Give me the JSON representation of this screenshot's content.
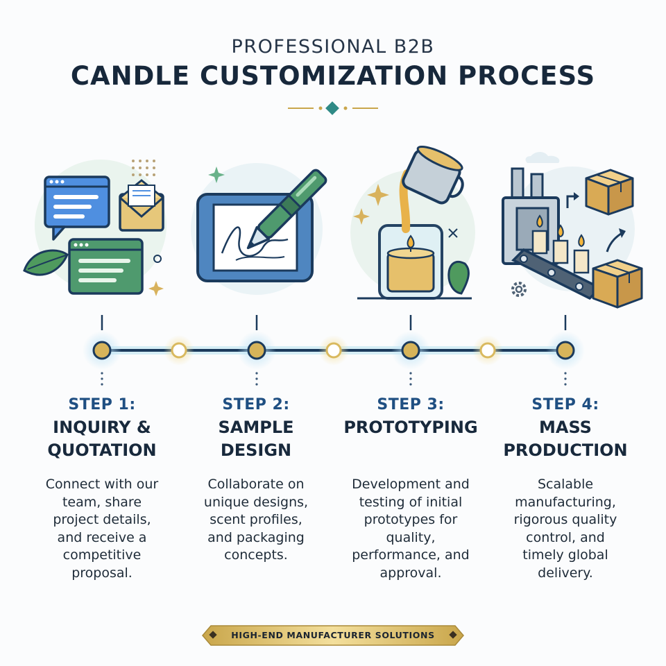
{
  "header": {
    "subtitle": "PROFESSIONAL B2B",
    "title": "CANDLE CUSTOMIZATION PROCESS"
  },
  "colors": {
    "navy": "#1b3a5c",
    "gold": "#c9a64b",
    "green": "#4f9a6e",
    "blue": "#4f8fe0",
    "glow": "#bfe3f5"
  },
  "steps": [
    {
      "number": "STEP 1:",
      "title": "INQUIRY &\nQUOTATION",
      "description": "Connect with our\nteam, share\nproject details,\nand receive a\ncompetitive\nproposal.",
      "icon": "chat-email-icon"
    },
    {
      "number": "STEP 2:",
      "title": "SAMPLE\nDESIGN",
      "description": "Collaborate on\nunique designs,\nscent profiles,\nand packaging\nconcepts.",
      "icon": "tablet-pen-icon"
    },
    {
      "number": "STEP 3:",
      "title": "PROTOTYPING",
      "description": "Development and\ntesting of initial\nprototypes for\nquality,\nperformance, and\napproval.",
      "icon": "wax-pouring-icon"
    },
    {
      "number": "STEP 4:",
      "title": "MASS\nPRODUCTION",
      "description": "Scalable\nmanufacturing,\nrigorous quality\ncontrol, and\ntimely global\ndelivery.",
      "icon": "factory-conveyor-icon"
    }
  ],
  "footer": {
    "banner": "HIGH-END MANUFACTURER SOLUTIONS"
  }
}
